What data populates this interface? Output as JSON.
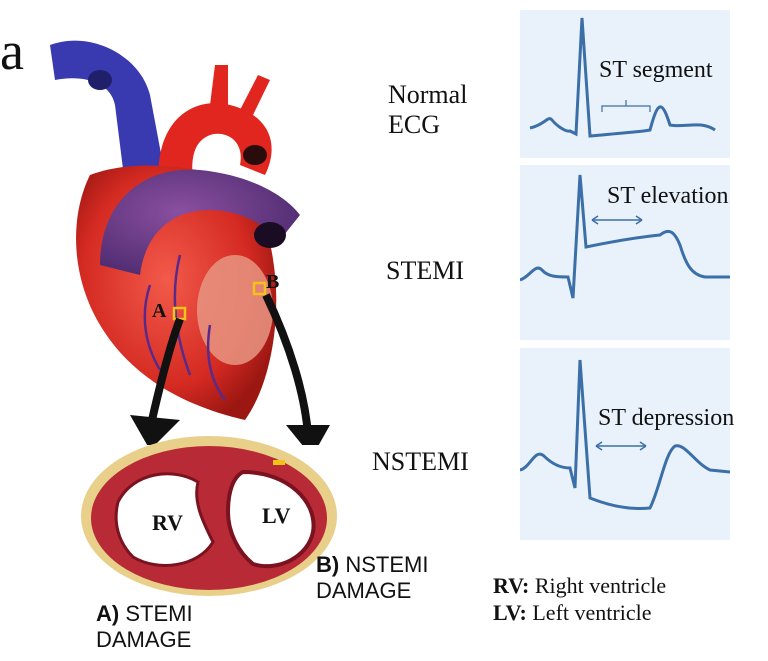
{
  "panel_letter": "a",
  "ecg": {
    "normal_label_line1": "Normal",
    "normal_label_line2": "ECG",
    "normal_annotation": "ST segment",
    "stemi_label": "STEMI",
    "stemi_annotation": "ST elevation",
    "nstemi_label": "NSTEMI",
    "nstemi_annotation": "ST depression"
  },
  "points": {
    "a": "A",
    "b": "B"
  },
  "chambers": {
    "rv": "RV",
    "lv": "LV"
  },
  "captions": {
    "a_prefix": "A)",
    "a_line1": "STEMI",
    "a_line2": "DAMAGE",
    "b_prefix": "B)",
    "b_line1": "NSTEMI",
    "b_line2": "DAMAGE"
  },
  "legend": {
    "rv_key": "RV:",
    "rv_text": "Right ventricle",
    "lv_key": "LV:",
    "lv_text": "Left ventricle"
  },
  "colors": {
    "ecg_bg": "#e9f1fa",
    "ecg_line": "#3b6fa8",
    "heart": "#e0322a",
    "vein": "#4a3a9a",
    "marker": "#f2c21a"
  }
}
